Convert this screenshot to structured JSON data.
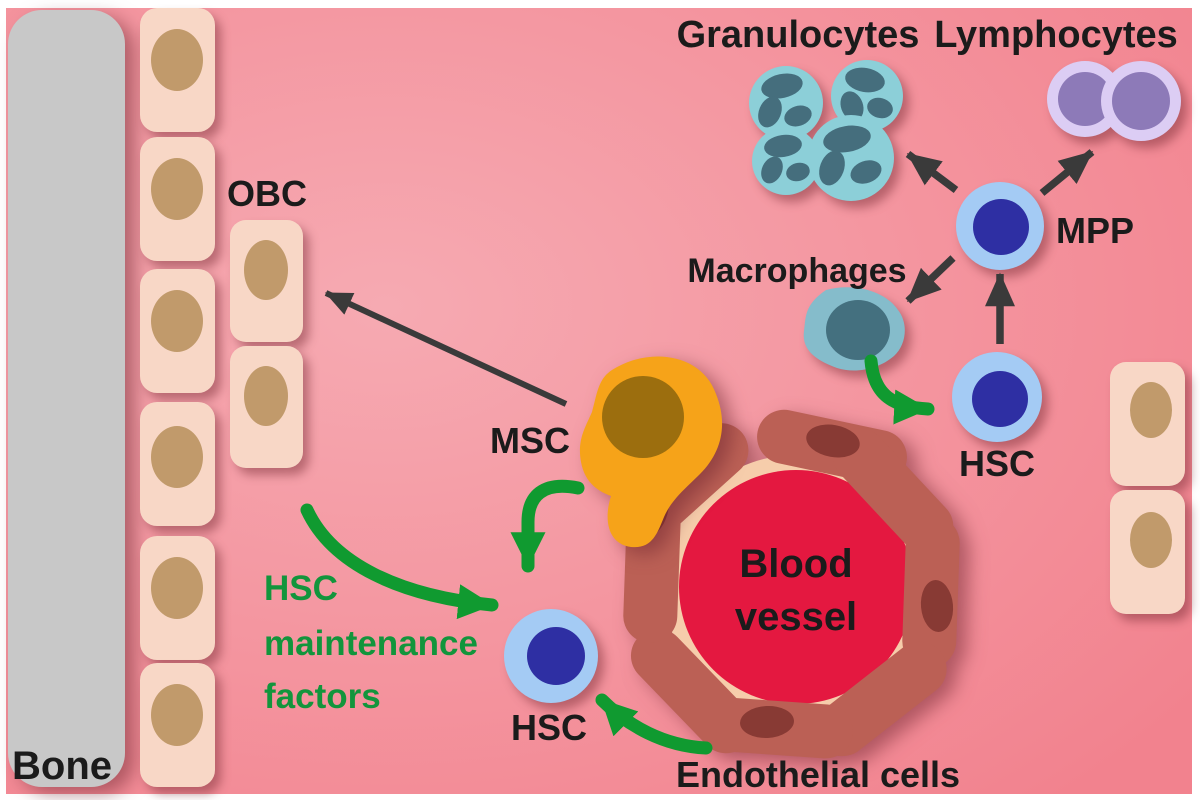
{
  "labels": {
    "bone": "Bone",
    "obc": "OBC",
    "msc": "MSC",
    "mpp": "MPP",
    "hsc_left": "HSC",
    "hsc_right": "HSC",
    "granulocytes": "Granulocytes",
    "lymphocytes": "Lymphocytes",
    "macrophages": "Macrophages",
    "endothelial_cells": "Endothelial cells",
    "blood_vessel_lines": [
      "Blood",
      "vessel"
    ],
    "maintenance_lines": [
      "HSC",
      "maintenance",
      "factors"
    ]
  },
  "palette": {
    "bg_light": "#f6aab2",
    "bg_deep": "#f2828e",
    "bone_gray": "#c8c8c8",
    "osteoblast_body": "#f8d7c6",
    "osteoblast_nucleus": "#c19a6b",
    "stem_body": "#a4cbf4",
    "stem_nucleus": "#2e2fa3",
    "granulocyte_body": "#8ccfd8",
    "granulocyte_nucleus": "#456e7d",
    "lymphocyte_rim": "#dccdf4",
    "lymphocyte_core": "#8d7ab8",
    "macrophage_body": "#85bccb",
    "macrophage_nucleus": "#44707f",
    "msc_body": "#f6a319",
    "msc_nucleus": "#9c6e0e",
    "vessel_red": "#e41840",
    "vessel_ring": "#f6cdab",
    "endothelial_body": "#bb6055",
    "endothelial_nucleus": "#883a34",
    "arrow_dark": "#3a3a3a",
    "arrow_green": "#109a30",
    "text_dark": "#1b1b1b",
    "text_green": "#12953c"
  },
  "relations": [
    {
      "from": "MSC",
      "to": "OBC",
      "style": "dark"
    },
    {
      "from": "HSC",
      "to": "MPP",
      "style": "dark"
    },
    {
      "from": "MPP",
      "to": "Granulocytes",
      "style": "dark"
    },
    {
      "from": "MPP",
      "to": "Lymphocytes",
      "style": "dark"
    },
    {
      "from": "MPP",
      "to": "Macrophages",
      "style": "dark"
    },
    {
      "from": "HSC maintenance factors",
      "to": "HSC",
      "style": "green"
    },
    {
      "from": "MSC",
      "to": "HSC",
      "style": "green"
    },
    {
      "from": "Macrophages",
      "to": "HSC",
      "style": "green"
    },
    {
      "from": "Endothelial cells",
      "to": "HSC",
      "style": "green"
    }
  ]
}
